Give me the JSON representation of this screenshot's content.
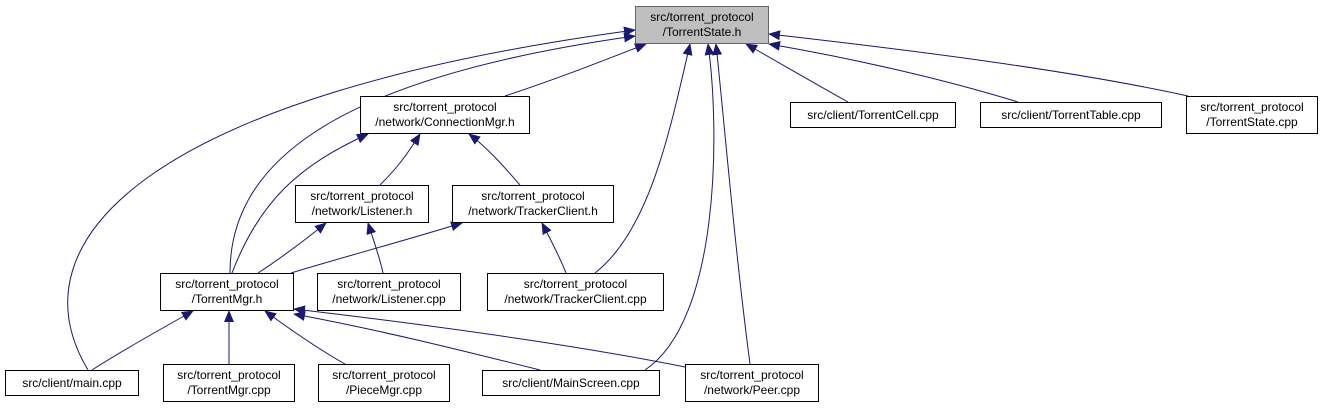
{
  "colors": {
    "edge": "#191970",
    "focus_fill": "#bfbfbf",
    "node_border": "#000000"
  },
  "nodes": {
    "torrentstate_h": {
      "line1": "src/torrent_protocol",
      "line2": "/TorrentState.h"
    },
    "connectionmgr_h": {
      "line1": "src/torrent_protocol",
      "line2": "/network/ConnectionMgr.h"
    },
    "torrentcell_cpp": {
      "line1": "src/client/TorrentCell.cpp"
    },
    "torrenttable_cpp": {
      "line1": "src/client/TorrentTable.cpp"
    },
    "torrentstate_cpp": {
      "line1": "src/torrent_protocol",
      "line2": "/TorrentState.cpp"
    },
    "listener_h": {
      "line1": "src/torrent_protocol",
      "line2": "/network/Listener.h"
    },
    "trackerclient_h": {
      "line1": "src/torrent_protocol",
      "line2": "/network/TrackerClient.h"
    },
    "torrentmgr_h": {
      "line1": "src/torrent_protocol",
      "line2": "/TorrentMgr.h"
    },
    "listener_cpp": {
      "line1": "src/torrent_protocol",
      "line2": "/network/Listener.cpp"
    },
    "trackerclient_cpp": {
      "line1": "src/torrent_protocol",
      "line2": "/network/TrackerClient.cpp"
    },
    "main_cpp": {
      "line1": "src/client/main.cpp"
    },
    "torrentmgr_cpp": {
      "line1": "src/torrent_protocol",
      "line2": "/TorrentMgr.cpp"
    },
    "piecemgr_cpp": {
      "line1": "src/torrent_protocol",
      "line2": "/PieceMgr.cpp"
    },
    "mainscreen_cpp": {
      "line1": "src/client/MainScreen.cpp"
    },
    "peer_cpp": {
      "line1": "src/torrent_protocol",
      "line2": "/network/Peer.cpp"
    }
  },
  "edges": [
    {
      "from": "connectionmgr_h",
      "to": "torrentstate_h"
    },
    {
      "from": "torrentcell_cpp",
      "to": "torrentstate_h"
    },
    {
      "from": "torrenttable_cpp",
      "to": "torrentstate_h"
    },
    {
      "from": "torrentstate_cpp",
      "to": "torrentstate_h"
    },
    {
      "from": "main_cpp",
      "to": "torrentstate_h"
    },
    {
      "from": "torrentmgr_h",
      "to": "torrentstate_h"
    },
    {
      "from": "trackerclient_cpp",
      "to": "torrentstate_h"
    },
    {
      "from": "mainscreen_cpp",
      "to": "torrentstate_h"
    },
    {
      "from": "peer_cpp",
      "to": "torrentstate_h"
    },
    {
      "from": "listener_h",
      "to": "connectionmgr_h"
    },
    {
      "from": "trackerclient_h",
      "to": "connectionmgr_h"
    },
    {
      "from": "torrentmgr_h",
      "to": "connectionmgr_h"
    },
    {
      "from": "torrentmgr_h",
      "to": "listener_h"
    },
    {
      "from": "listener_cpp",
      "to": "listener_h"
    },
    {
      "from": "torrentmgr_h",
      "to": "trackerclient_h"
    },
    {
      "from": "trackerclient_cpp",
      "to": "trackerclient_h"
    },
    {
      "from": "main_cpp",
      "to": "torrentmgr_h"
    },
    {
      "from": "torrentmgr_cpp",
      "to": "torrentmgr_h"
    },
    {
      "from": "piecemgr_cpp",
      "to": "torrentmgr_h"
    },
    {
      "from": "mainscreen_cpp",
      "to": "torrentmgr_h"
    },
    {
      "from": "peer_cpp",
      "to": "torrentmgr_h"
    }
  ]
}
